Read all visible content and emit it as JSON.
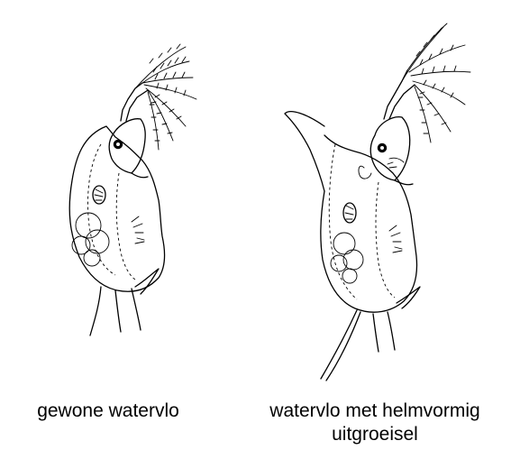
{
  "figure": {
    "left_caption": "gewone watervlo",
    "right_caption_line1": "watervlo met helmvormig",
    "right_caption_line2": "uitgroeisel"
  }
}
